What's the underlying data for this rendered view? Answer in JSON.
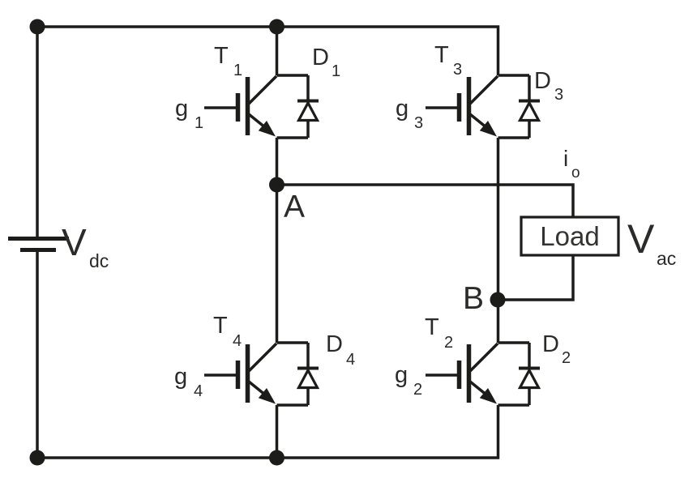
{
  "colors": {
    "line": "#1c1c1a",
    "text": "#2b2b29",
    "background": "#ffffff"
  },
  "labels": {
    "t1": "T",
    "t1_sub": "1",
    "g1": "g",
    "g1_sub": "1",
    "d1": "D",
    "d1_sub": "1",
    "t3": "T",
    "t3_sub": "3",
    "g3": "g",
    "g3_sub": "3",
    "d3": "D",
    "d3_sub": "3",
    "t4": "T",
    "t4_sub": "4",
    "g4": "g",
    "g4_sub": "4",
    "d4": "D",
    "d4_sub": "4",
    "t2": "T",
    "t2_sub": "2",
    "g2": "g",
    "g2_sub": "2",
    "d2": "D",
    "d2_sub": "2",
    "node_a": "A",
    "node_b": "B",
    "current": "i",
    "current_sub": "o",
    "load": "Load",
    "vdc": "V",
    "vdc_sub": "dc",
    "vac": "V",
    "vac_sub": "ac"
  }
}
